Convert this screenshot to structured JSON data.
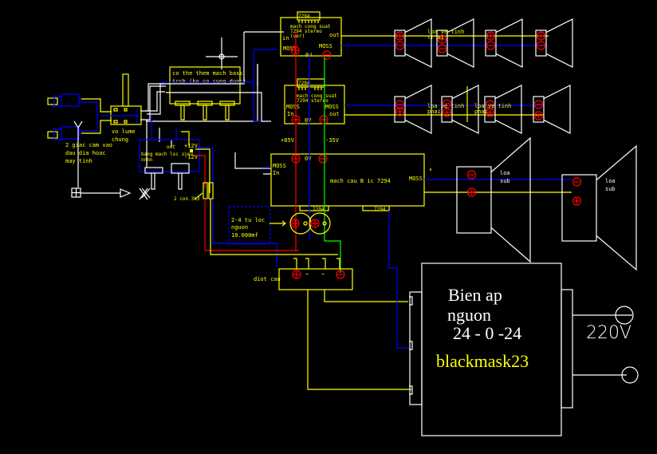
{
  "colors": {
    "background": "#000000",
    "wire_white": "#ffffff",
    "wire_yellow": "#ffff00",
    "wire_blue": "#0000ff",
    "wire_red": "#ff0000",
    "wire_green": "#00ff00"
  },
  "input_section": {
    "jack_note": [
      "2 giac cam vao",
      "dau dia hoac",
      "may tinh"
    ],
    "volume_label": [
      "vo lume",
      "chung"
    ],
    "bass_note": [
      "co the them mach bass",
      "trcb (ko co cung duoc)"
    ],
    "tone_board": {
      "label_main": "bang mach loc sieu",
      "label_sub": "nnnn",
      "plus_v": "+12V",
      "minus_v": "-12V",
      "out_label": "out"
    },
    "resistor_label": "2 con 3k3"
  },
  "amp_top": {
    "ic_label": "7294",
    "note": [
      "mach cong suat",
      "7294 stereo",
      "(ver)"
    ],
    "in_label": "in",
    "out_label": "out",
    "mass_left": "MOSS",
    "mass_right": "MOSS",
    "ov_label": "0V"
  },
  "amp_mid": {
    "ic_label": "7294",
    "note": [
      "mach cong suat",
      "7294 stereo"
    ],
    "mass_left": "MOSS",
    "in_label": "In",
    "mass_right": "MOSS",
    "out_label": "out",
    "ov_label": "0V",
    "plus_rail": "+85V",
    "minus_rail": "-35V"
  },
  "amp_sub": {
    "title": "mach cau B ic 7294",
    "mass_left": "MOSS",
    "in_label": "In",
    "mass_right": "MOSS",
    "ov_label": "0V",
    "ic1": "7294",
    "ic2": "7294"
  },
  "speakers": {
    "top_row_label": [
      "loa ve tinh",
      "tr ai"
    ],
    "bottom_row_label_1": [
      "loa ve tinh",
      "phai"
    ],
    "bottom_row_label_2": [
      "loa ve tinh",
      "phai"
    ],
    "sub1_label": [
      "loa",
      "sub"
    ],
    "sub2_label": [
      "loa",
      "sub"
    ]
  },
  "caps": {
    "note": [
      "2-4 tu loc",
      "nguon",
      "10.000mf"
    ]
  },
  "bridge": {
    "label": "diot cau"
  },
  "transformer": {
    "line1": "Bien ap",
    "line2": "nguon",
    "line3": "24 - 0 -24",
    "author": "blackmask23",
    "mains": "220V"
  }
}
